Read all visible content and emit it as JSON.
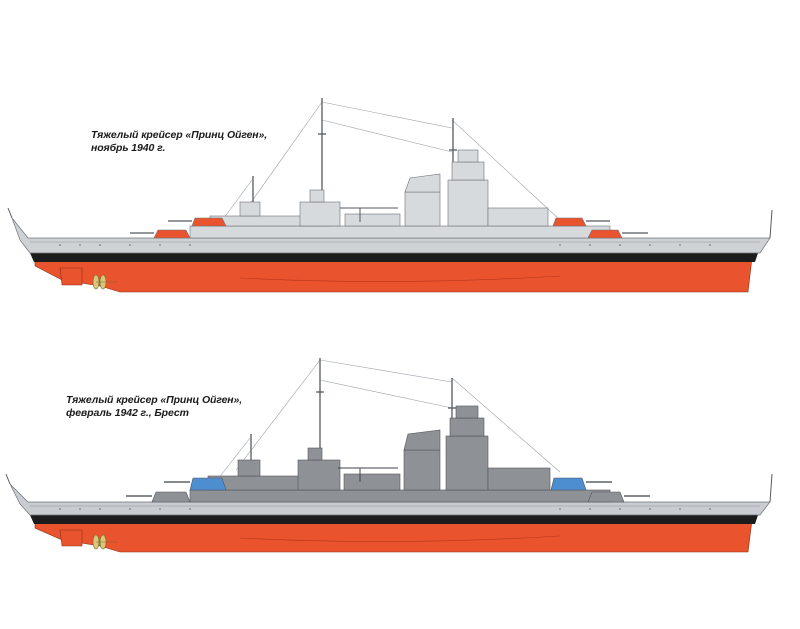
{
  "profiles": [
    {
      "caption_line1": "Тяжелый крейсер «Принц Ойген»,",
      "caption_line2": "ноябрь 1940 г.",
      "scheme": {
        "hull": "#cfd2d5",
        "superstructure": "#d7dadd",
        "boot_topping": "#1c1c1c",
        "underwater": "#e9532e",
        "turret_tops": "#e9532e",
        "propeller": "#d9c77a"
      }
    },
    {
      "caption_line1": "Тяжелый крейсер «Принц Ойген»,",
      "caption_line2": "февраль 1942 г., Брест",
      "scheme": {
        "hull": "#c9cdd1",
        "superstructure": "#8e9297",
        "boot_topping": "#1c1c1c",
        "underwater": "#e9532e",
        "turret_tops": "#4d8ed1",
        "propeller": "#d9c77a"
      }
    }
  ]
}
